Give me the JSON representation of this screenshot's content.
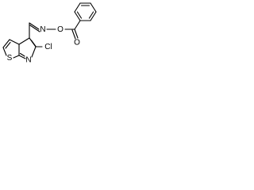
{
  "structure": {
    "atoms": {
      "N_oxime": "N",
      "O_oxime": "O",
      "O_carbonyl": "O",
      "Cl": "Cl",
      "S_ring": "S",
      "N_ring": "N"
    }
  }
}
